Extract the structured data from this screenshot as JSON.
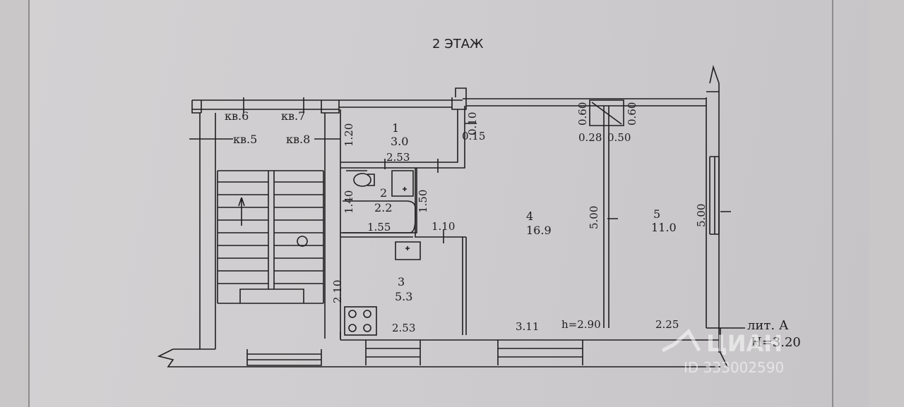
{
  "floor_title": "2 ЭТАЖ",
  "stair_labels": {
    "kv6": "кв.6",
    "kv7": "кв.7",
    "kv5": "кв.5",
    "kv8": "кв.8"
  },
  "rooms": [
    {
      "number": "1",
      "area": "3.0"
    },
    {
      "number": "2",
      "area": "2.2"
    },
    {
      "number": "3",
      "area": "5.3"
    },
    {
      "number": "4",
      "area": "16.9"
    },
    {
      "number": "5",
      "area": "11.0"
    }
  ],
  "dimensions": {
    "d120": "1.20",
    "d253a": "2.53",
    "d010": "0.10",
    "d015": "0.15",
    "d060a": "0.60",
    "d060b": "0.60",
    "d028": "0.28",
    "d050": "0.50",
    "d140": "1.40",
    "d150": "1.50",
    "d155": "1.55",
    "d110": "1.10",
    "d500a": "5.00",
    "d500b": "5.00",
    "d210": "2.10",
    "d253b": "2.53",
    "d311": "3.11",
    "h": "h=2.90",
    "d225": "2.25"
  },
  "lit_label": "лит. А",
  "height_label": "H=3.20",
  "watermark": {
    "brand": "ЦИАН",
    "id": "ID 333002590"
  }
}
